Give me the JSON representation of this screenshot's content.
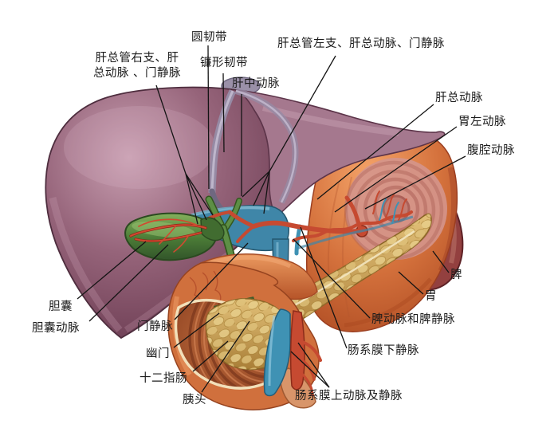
{
  "labels": {
    "round_ligament": "圆韧带",
    "right_branch_group": "肝总管右支、肝\n总动脉 、门静脉",
    "falciform_ligament": "镰形韧带",
    "middle_hepatic_artery": "肝中动脉",
    "left_branch_group": "肝总管左支、肝总动脉、门静脉",
    "common_hepatic_artery": "肝总动脉",
    "left_gastric_artery": "胃左动脉",
    "celiac_artery": "腹腔动脉",
    "spleen": "脾",
    "stomach": "胃",
    "splenic_vessels": "脾动脉和脾静脉",
    "inferior_mesenteric_vein": "肠系膜下静脉",
    "superior_mesenteric_vessels": "肠系膜上动脉及静脉",
    "gallbladder": "胆囊",
    "cystic_artery": "胆囊动脉",
    "portal_vein": "门静脉",
    "pylorus": "幽门",
    "duodenum": "十二指肠",
    "pancreas_head": "胰头"
  },
  "colors": {
    "liver_right_lobe": "#8d5c72",
    "liver_left_lobe": "#a5788e",
    "stomach": "#d4713c",
    "spleen": "#93403f",
    "pancreas": "#c9a35a",
    "gallbladder": "#4a7a36",
    "portal_vein": "#3f86a8",
    "artery": "#c64a31",
    "mesenteric_vein": "#3f92b4",
    "bile_duct": "#538238",
    "ligament_gray": "#968aa4",
    "leader_line": "#141414",
    "background": "#ffffff"
  }
}
